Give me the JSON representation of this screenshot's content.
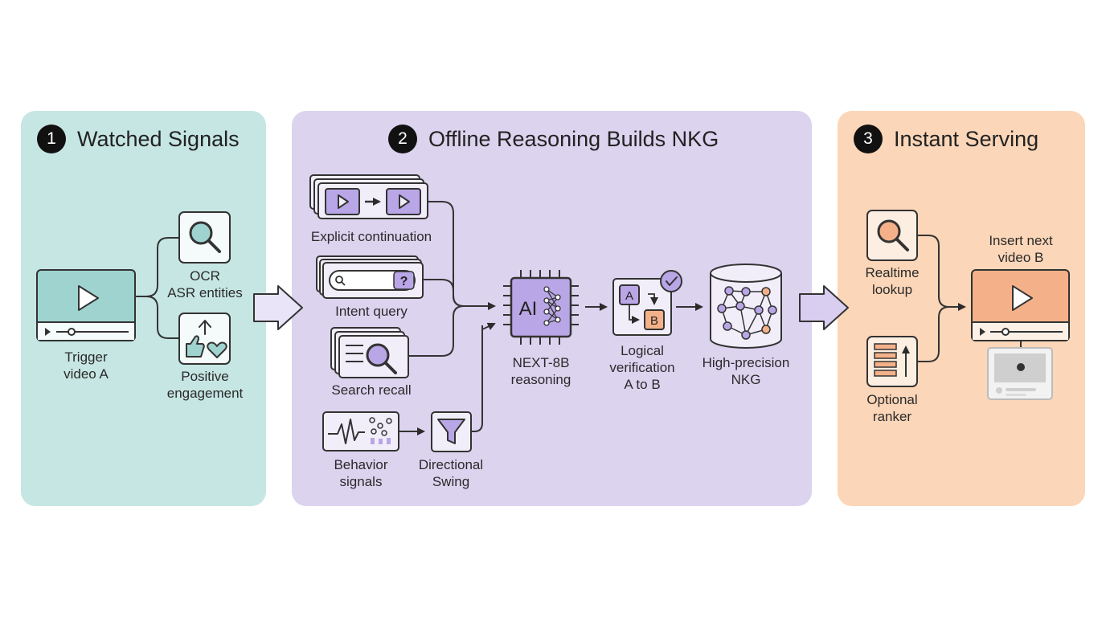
{
  "panels": {
    "watched": {
      "number": "1",
      "title": "Watched Signals"
    },
    "offline": {
      "number": "2",
      "title": "Offline Reasoning Builds NKG"
    },
    "serving": {
      "number": "3",
      "title": "Instant Serving"
    }
  },
  "labels": {
    "trigger": [
      "Trigger",
      "video A"
    ],
    "ocr": [
      "OCR",
      "ASR entities"
    ],
    "engagement": [
      "Positive",
      "engagement"
    ],
    "explicit": "Explicit continuation",
    "intent": "Intent query",
    "search": "Search recall",
    "behavior": [
      "Behavior",
      "signals"
    ],
    "directional": [
      "Directional",
      "Swing"
    ],
    "next": [
      "NEXT-8B",
      "reasoning"
    ],
    "logical": [
      "Logical",
      "verification",
      "A to B"
    ],
    "nkg": [
      "High-precision",
      "NKG"
    ],
    "realtime": [
      "Realtime",
      "lookup"
    ],
    "optional": [
      "Optional",
      "ranker"
    ],
    "insert": [
      "Insert next",
      "video B"
    ]
  },
  "icon_text": {
    "ai_chip": "AI",
    "query_mark": "?",
    "node_a": "A",
    "node_b": "B"
  },
  "icons": [
    "play-icon",
    "search-icon",
    "thumbs-up-icon",
    "heart-icon",
    "arrow-up-icon",
    "waveform-icon",
    "funnel-icon",
    "ai-chip-icon",
    "checkmark-icon",
    "graph-network-icon",
    "ranked-list-icon",
    "pin-icon"
  ],
  "colors": {
    "teal_panel": "#c6e6e3",
    "purple_panel": "#dcd3ef",
    "orange_panel": "#fbd6b8",
    "purple_accent": "#b9a6e6",
    "orange_accent": "#f4b189",
    "teal_accent": "#9fd3cf"
  }
}
